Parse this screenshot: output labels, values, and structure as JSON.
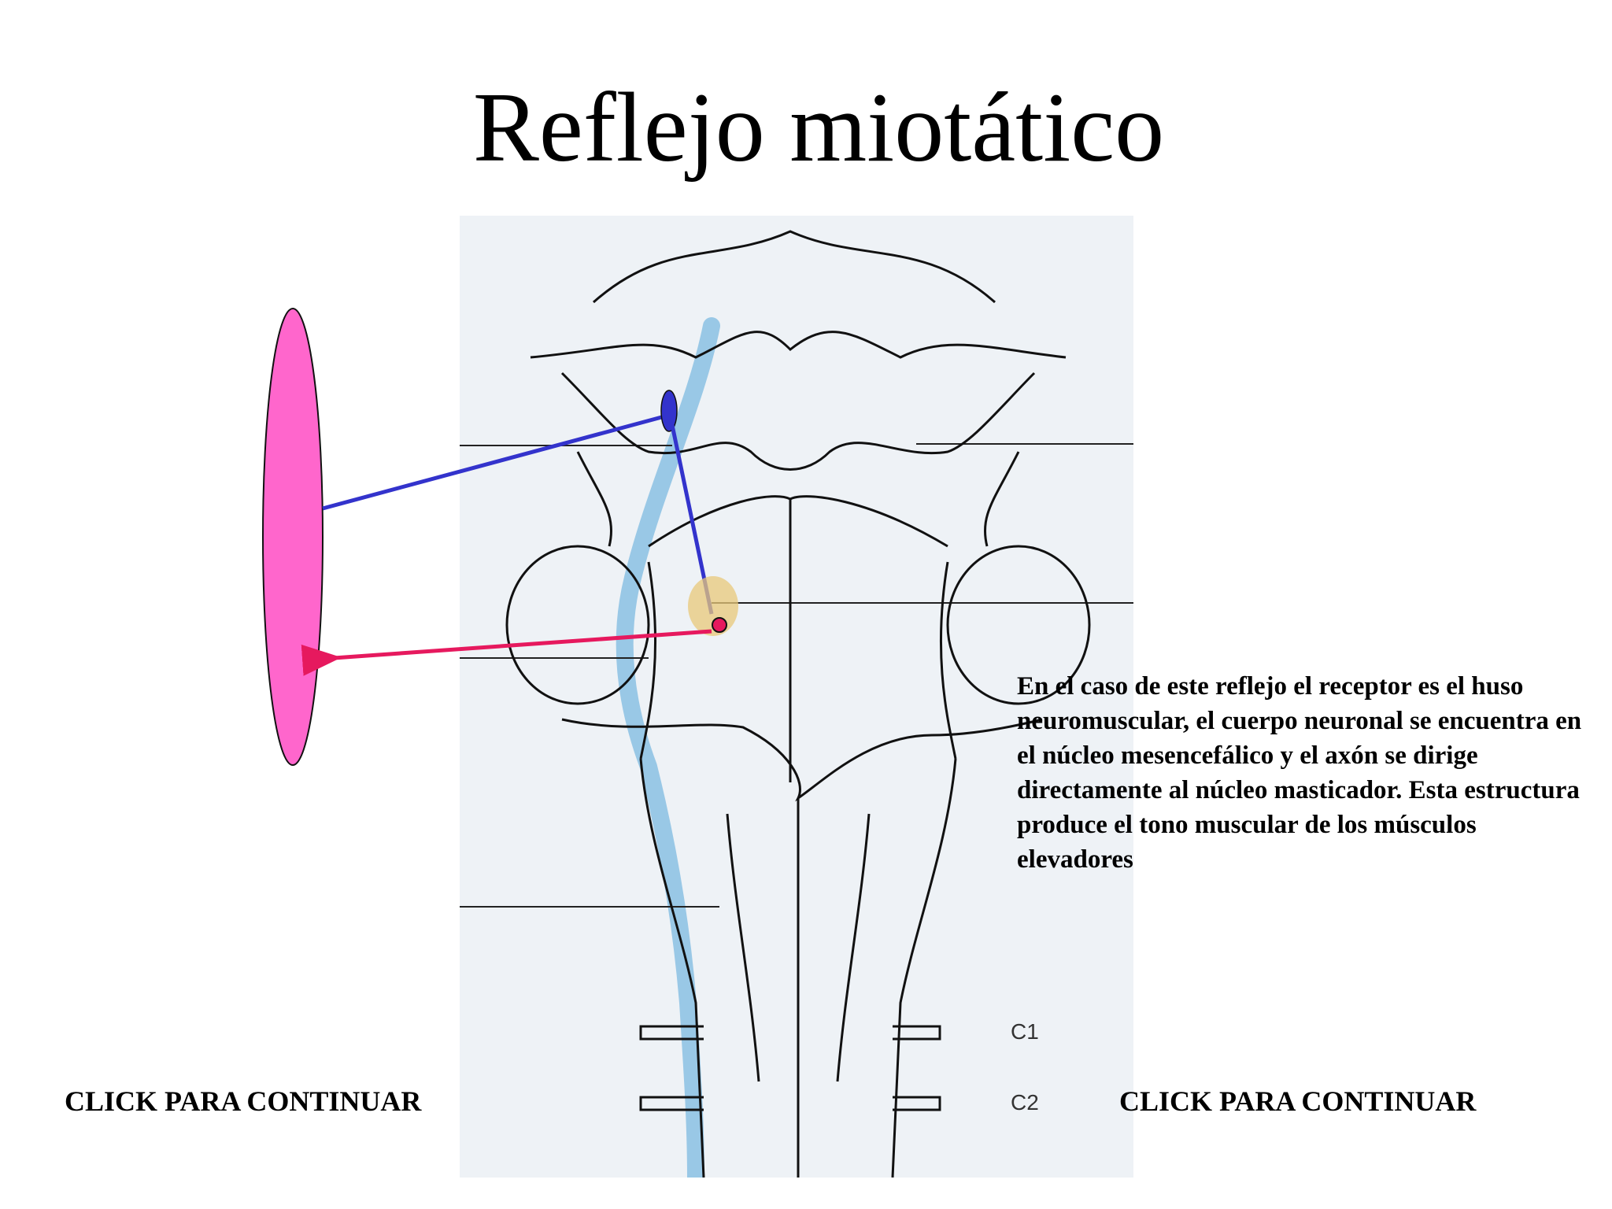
{
  "title": "Reflejo miotático",
  "description": "En el caso de este reflejo el receptor es el huso neuromuscular, el cuerpo neuronal se encuentra en el núcleo mesencefálico y el axón se dirige directamente al  núcleo masticador. Esta estructura produce el tono muscular de los músculos elevadores",
  "nav": {
    "left_label": "CLICK  PARA CONTINUAR",
    "right_label": "CLICK  PARA CONTINUAR"
  },
  "figure": {
    "labels": {
      "c1": "C1",
      "c2": "C2"
    }
  },
  "colors": {
    "muscle_fill": "#ff66cc",
    "afferent_line": "#3333cc",
    "efferent_line": "#e6195e",
    "nucleus_highlight": "#e8c87a",
    "tract_blue": "#8fc3e4",
    "figure_bg": "#eef2f6"
  }
}
